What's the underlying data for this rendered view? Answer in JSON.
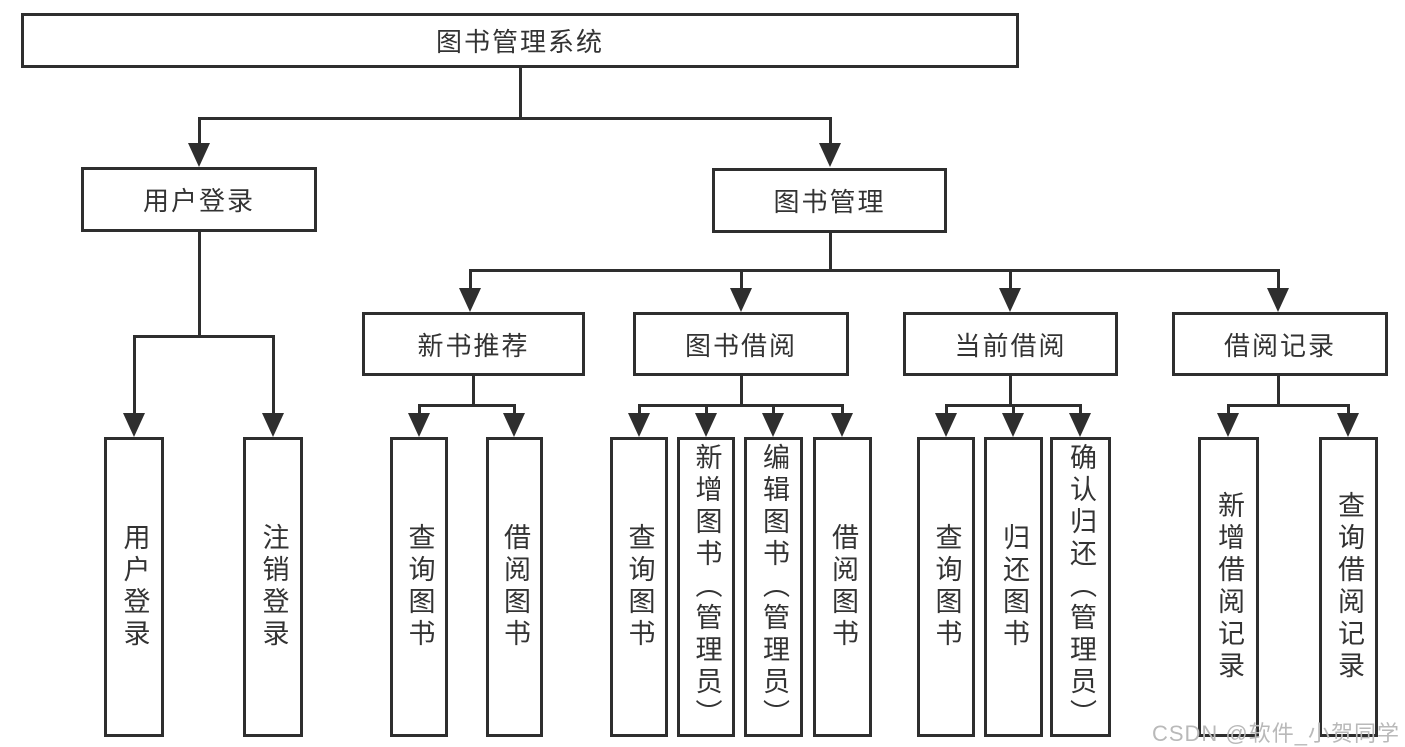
{
  "diagram": {
    "nodes": {
      "root": {
        "label": "图书管理系统"
      },
      "user_login": {
        "label": "用户登录"
      },
      "book_mgmt": {
        "label": "图书管理"
      },
      "new_book_rec": {
        "label": "新书推荐"
      },
      "book_borrow": {
        "label": "图书借阅"
      },
      "current_borrow": {
        "label": "当前借阅"
      },
      "borrow_records": {
        "label": "借阅记录"
      },
      "leaf_user_login": {
        "label": "用户登录"
      },
      "leaf_logout": {
        "label": "注销登录"
      },
      "leaf_query_book_1": {
        "label": "查询图书"
      },
      "leaf_borrow_book_1": {
        "label": "借阅图书"
      },
      "leaf_query_book_2": {
        "label": "查询图书"
      },
      "leaf_add_book": {
        "label": "新增图书（管理员）"
      },
      "leaf_edit_book": {
        "label": "编辑图书（管理员）"
      },
      "leaf_borrow_book_2": {
        "label": "借阅图书"
      },
      "leaf_query_book_3": {
        "label": "查询图书"
      },
      "leaf_return_book": {
        "label": "归还图书"
      },
      "leaf_confirm_return": {
        "label": "确认归还（管理员）"
      },
      "leaf_add_record": {
        "label": "新增借阅记录"
      },
      "leaf_query_record": {
        "label": "查询借阅记录"
      }
    },
    "colors": {
      "line": "#2e2e2e",
      "text": "#333333",
      "background": "#ffffff",
      "watermark": "#b9b9b9"
    },
    "watermark": {
      "text": "CSDN @软件_小贺同学"
    }
  }
}
